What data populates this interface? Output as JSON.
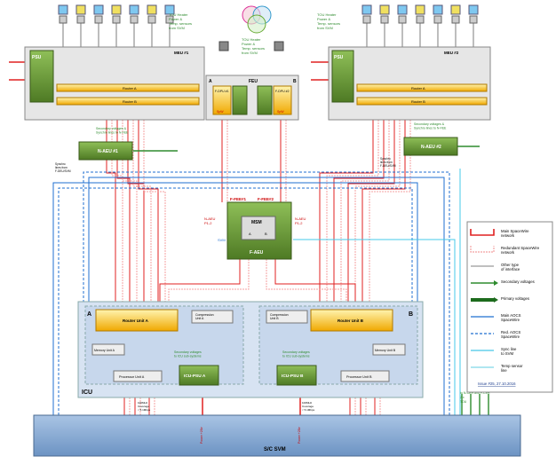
{
  "labels": {
    "tou_heater_left": [
      "TOU Heater",
      "Power &",
      "Temp. sensors",
      "from SVM"
    ],
    "tou_heater_center": [
      "TOU Heater",
      "Power &",
      "Temp. sensors",
      "from SVM"
    ],
    "tou_heater_right": [
      "TOU Heater",
      "Power &",
      "Temp. sensors",
      "from SVM"
    ],
    "meu1": "MEU #1",
    "meu2": "MEU #2",
    "psu_left": "PSU",
    "psu_right": "PSU",
    "router_a": "Router A",
    "router_b": "Router B",
    "feu": "FEU",
    "feu_a": "A",
    "feu_b": "B",
    "fdpu1": "F-DPU #1",
    "fdpu2": "F-DPU #2",
    "spw": "SpW",
    "naeu1": "N-AEU #1",
    "naeu2": "N-AEU #2",
    "secondary_left": [
      "Secondary voltages &",
      "Synchro lines to N-FEE"
    ],
    "secondary_right": [
      "Secondary voltages &",
      "Synchro lines to N-FEE"
    ],
    "synchro_left": [
      "Synchro",
      "lines from",
      "F-DEU/SVM"
    ],
    "synchro_right": [
      "Synchro",
      "lines from",
      "F-DEU/SVM"
    ],
    "ffee1": "F-FEE#1",
    "ffee2": "F-FEE#2",
    "msm": "MSM",
    "faeu": "F-AEU",
    "msm_a": "A",
    "msm_b": "B",
    "naeu_p1_left": [
      "N-AEU",
      "P1-2"
    ],
    "naeu_p1_right": [
      "N-AEU",
      "P1-2"
    ],
    "svm": "SVM",
    "icu": "ICU",
    "icu_a": "A",
    "icu_b": "B",
    "router_unit_a": "Router Unit A",
    "router_unit_b": "Router Unit B",
    "compression_a": "Compression Unit A",
    "compression_b": "Compression Unit B",
    "memory_a": "Memory Unit A",
    "memory_b": "Memory Unit B",
    "processor_a": "Processor Unit A",
    "processor_b": "Processor Unit B",
    "icu_psu_a": "ICU-PSU A",
    "icu_psu_b": "ICU-PSU B",
    "sec_icu_a": [
      "Secondary voltages",
      "to ICU sub-systems"
    ],
    "sec_icu_b": [
      "Secondary voltages",
      "to ICU sub-systems"
    ],
    "sc_svm": "S/C SVM",
    "power_a": "Power +28v",
    "power_b": "Power +28v",
    "to_n_ceh": [
      "to N-CEH and F-CEH",
      "2 x",
      "TOU"
    ],
    "rate_100_left": [
      "100MHz",
      "Coverage",
      "< 5.1Mbps"
    ],
    "rate_100_right": [
      "100MHz",
      "Coverage",
      "< 5.1Mbps"
    ],
    "plus28v": "+28V"
  },
  "legend": {
    "items": [
      {
        "label": "Main SpaceWire network",
        "style": "main-spw"
      },
      {
        "label": "Redundant SpaceWire network",
        "style": "red-spw"
      },
      {
        "label": "Other type of interface",
        "style": "other"
      },
      {
        "label": "Secondary voltages",
        "style": "secondary"
      },
      {
        "label": "Primary voltages",
        "style": "primary"
      },
      {
        "label": "Main AOCS SpaceWire",
        "style": "main-aocs"
      },
      {
        "label": "Red. AOCS SpaceWire",
        "style": "red-aocs"
      },
      {
        "label": "Sync line to SVM",
        "style": "sync"
      },
      {
        "label": "Temp sensor line",
        "style": "temp"
      }
    ],
    "issue": "Issue #25, 27.10.2016"
  },
  "colors": {
    "router": "#f5b800",
    "green_box": "#6d9b3a",
    "icu_bg": "#d7e3f2",
    "svm_bar": "#8fb0d6",
    "red": "#e02020",
    "pink": "#f4a0a0",
    "blue": "#1f6fd0",
    "cyan": "#46c8e8",
    "green_line": "#2e8b2e"
  }
}
